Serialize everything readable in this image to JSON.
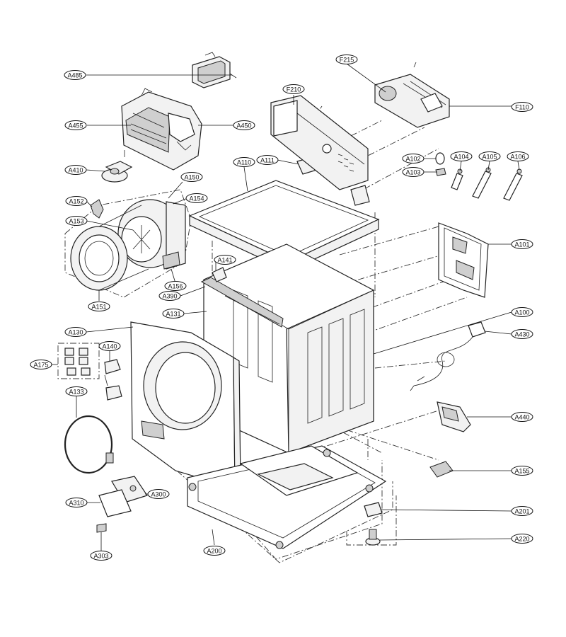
{
  "diagram": {
    "callouts": [
      {
        "id": "A485",
        "label": "A485"
      },
      {
        "id": "F215",
        "label": "F215"
      },
      {
        "id": "F210",
        "label": "F210"
      },
      {
        "id": "F110",
        "label": "F110"
      },
      {
        "id": "A455",
        "label": "A455"
      },
      {
        "id": "A450",
        "label": "A450"
      },
      {
        "id": "A111",
        "label": "A111"
      },
      {
        "id": "A110",
        "label": "A110"
      },
      {
        "id": "A102",
        "label": "A102"
      },
      {
        "id": "A104",
        "label": "A104"
      },
      {
        "id": "A105",
        "label": "A105"
      },
      {
        "id": "A106",
        "label": "A106"
      },
      {
        "id": "A103",
        "label": "A103"
      },
      {
        "id": "A410",
        "label": "A410"
      },
      {
        "id": "A150",
        "label": "A150"
      },
      {
        "id": "A154",
        "label": "A154"
      },
      {
        "id": "A152",
        "label": "A152"
      },
      {
        "id": "A153",
        "label": "A153"
      },
      {
        "id": "A101",
        "label": "A101"
      },
      {
        "id": "A141",
        "label": "A141"
      },
      {
        "id": "A156",
        "label": "A156"
      },
      {
        "id": "A390",
        "label": "A390"
      },
      {
        "id": "A151",
        "label": "A151"
      },
      {
        "id": "A131",
        "label": "A131"
      },
      {
        "id": "A100",
        "label": "A100"
      },
      {
        "id": "A130",
        "label": "A130"
      },
      {
        "id": "A430",
        "label": "A430"
      },
      {
        "id": "A140",
        "label": "A140"
      },
      {
        "id": "A175",
        "label": "A175"
      },
      {
        "id": "A133",
        "label": "A133"
      },
      {
        "id": "A440",
        "label": "A440"
      },
      {
        "id": "A155",
        "label": "A155"
      },
      {
        "id": "A300",
        "label": "A300"
      },
      {
        "id": "A310",
        "label": "A310"
      },
      {
        "id": "A201",
        "label": "A201"
      },
      {
        "id": "A220",
        "label": "A220"
      },
      {
        "id": "A200",
        "label": "A200"
      },
      {
        "id": "A303",
        "label": "A303"
      }
    ]
  }
}
